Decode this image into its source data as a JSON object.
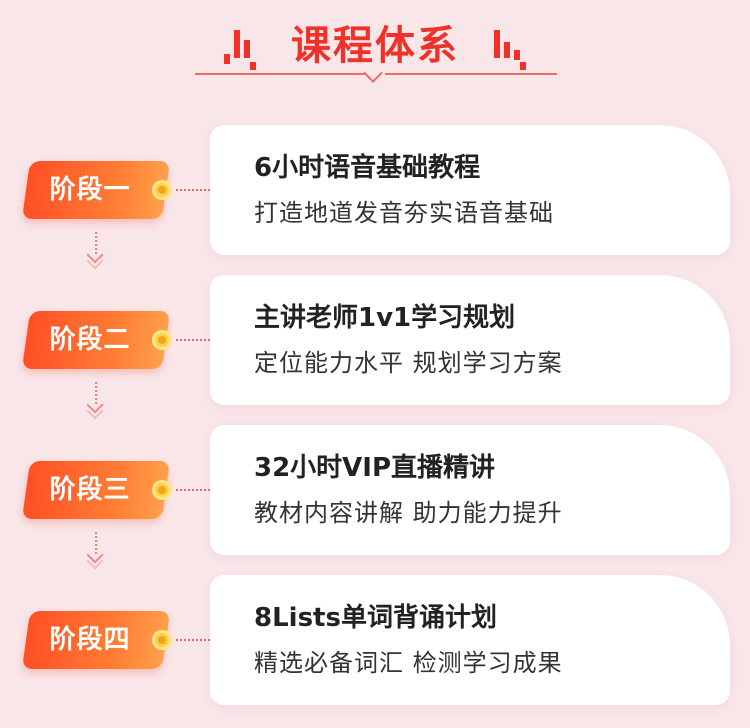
{
  "header": {
    "title": "课程体系"
  },
  "colors": {
    "background": "#f9e6e9",
    "accent": "#f0312a",
    "badge_start": "#ff4f25",
    "badge_end": "#ffa04a",
    "dot": "#ffd14a",
    "card": "#ffffff"
  },
  "stages": [
    {
      "badge": "阶段一",
      "title": "6小时语音基础教程",
      "subtitle": "打造地道发音夯实语音基础"
    },
    {
      "badge": "阶段二",
      "title": "主讲老师1v1学习规划",
      "subtitle": "定位能力水平 规划学习方案"
    },
    {
      "badge": "阶段三",
      "title": "32小时VIP直播精讲",
      "subtitle": "教材内容讲解 助力能力提升"
    },
    {
      "badge": "阶段四",
      "title": "8Lists单词背诵计划",
      "subtitle": "精选必备词汇 检测学习成果"
    }
  ]
}
